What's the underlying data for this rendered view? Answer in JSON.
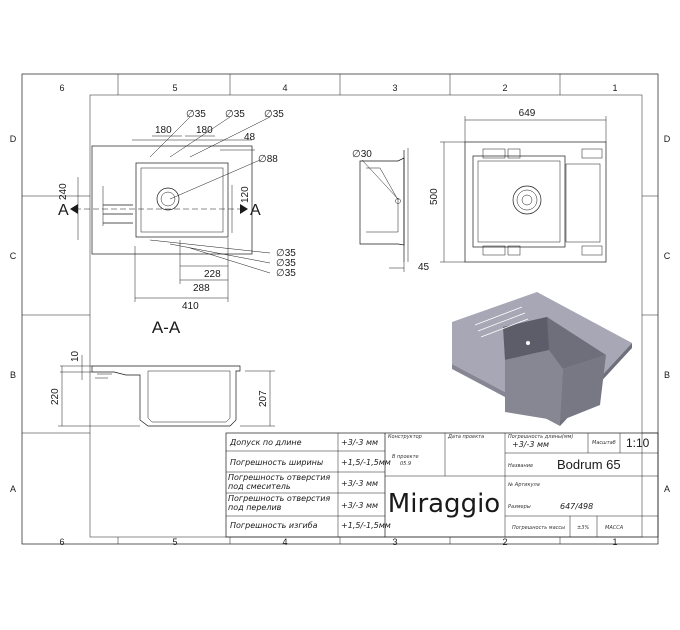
{
  "grid": {
    "top_columns": [
      "6",
      "5",
      "4",
      "3",
      "2",
      "1"
    ],
    "bottom_columns": [
      "6",
      "5",
      "4",
      "3",
      "2",
      "1"
    ],
    "left_rows": [
      "D",
      "C",
      "B",
      "A"
    ],
    "right_rows": [
      "D",
      "C",
      "B",
      "A"
    ]
  },
  "top_view": {
    "dims": {
      "d35_a": "∅35",
      "d35_b": "∅35",
      "d35_c": "∅35",
      "w180_a": "180",
      "w180_b": "180",
      "w48": "48",
      "d88": "∅88",
      "h240": "240",
      "h120": "120",
      "d35_d": "∅35",
      "d35_e": "∅35",
      "d35_f": "∅35",
      "w228": "228",
      "w288": "288",
      "w410": "410"
    },
    "section_mark_left": "A",
    "section_mark_right": "A"
  },
  "side_view": {
    "d30": "∅30",
    "h45": "45"
  },
  "back_view": {
    "w649": "649",
    "h500": "500"
  },
  "section": {
    "title": "A-A",
    "h10": "10",
    "h220": "220",
    "h207": "207"
  },
  "title_block": {
    "rows": [
      {
        "label": "Допуск по длине",
        "value": "+3/-3 мм"
      },
      {
        "label": "Погрешность ширины",
        "value": "+1,5/-1,5мм"
      },
      {
        "label": "Погрешность отверстия под смеситель",
        "value": "+3/-3 мм"
      },
      {
        "label": "Погрешность отверстия под перелив",
        "value": "+3/-3 мм"
      },
      {
        "label": "Погрешность изгиба",
        "value": "+1,5/-1,5мм"
      }
    ],
    "constructor_label": "Конструктор",
    "date_label": "Дата проекта",
    "dev_label": "В проекте",
    "dev_value": "05.9",
    "flatness_label": "Погрешность длины(мм)",
    "flatness_value": "+3/-3 мм",
    "scale_label": "Масштаб",
    "scale_value": "1:10",
    "name_label": "Название",
    "name_value": "Bodrum 65",
    "article_label": "№ Артикула",
    "size_label": "Размеры",
    "size_value": "647/498",
    "mass_err_label": "Погрешность массы",
    "mass_err_value": "±3%",
    "mass_label": "МАССА",
    "brand": "Miraggio"
  },
  "colors": {
    "line": "#1a1a1a",
    "render_top": "#a7a7b5",
    "render_side": "#878794",
    "render_dark": "#6f6f7c"
  }
}
